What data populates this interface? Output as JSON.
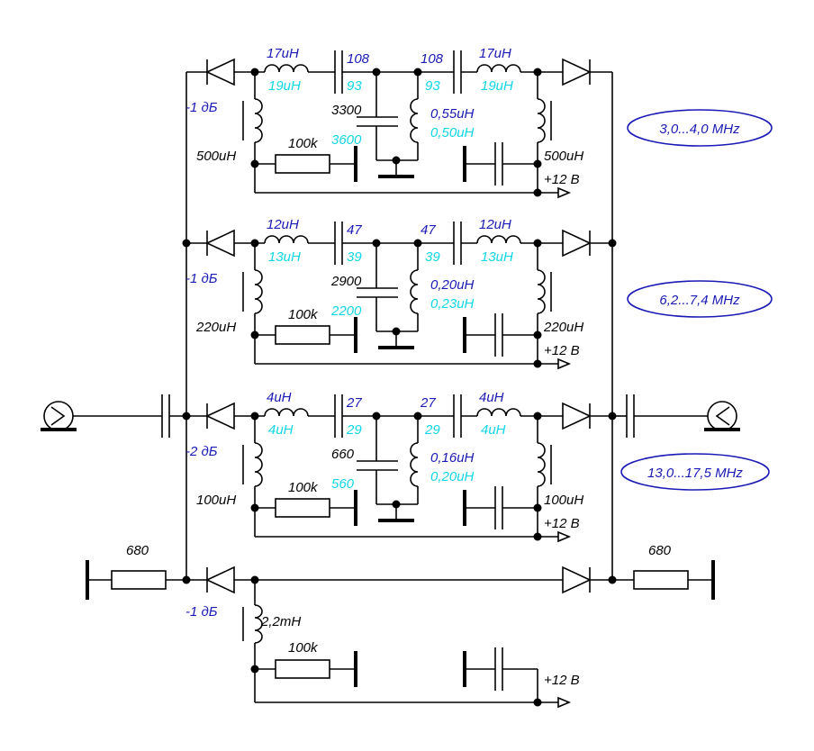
{
  "colors": {
    "wire": "#000000",
    "blue_label": "#1a1ab4",
    "cyan_label": "#11d6e6"
  },
  "bands": [
    {
      "freq": "3,0...4,0 MHz",
      "atten": "-1 дБ",
      "l_series_blue": "17uH",
      "l_series_cyan": "19uH",
      "l_series_blue_r": "17uH",
      "l_series_cyan_r": "19uH",
      "c_series_blue_l": "108",
      "c_series_cyan_l": "93",
      "c_series_blue_r": "108",
      "c_series_cyan_r": "93",
      "c_shunt_black": "3300",
      "c_shunt_cyan": "3600",
      "l_shunt_blue": "0,55uH",
      "l_shunt_cyan": "0,50uH",
      "choke_left": "500uH",
      "choke_right": "500uH",
      "resistor": "100k",
      "supply": "+12 B"
    },
    {
      "freq": "6,2...7,4 MHz",
      "atten": "-1 дБ",
      "l_series_blue": "12uH",
      "l_series_cyan": "13uH",
      "l_series_blue_r": "12uH",
      "l_series_cyan_r": "13uH",
      "c_series_blue_l": "47",
      "c_series_cyan_l": "39",
      "c_series_blue_r": "47",
      "c_series_cyan_r": "39",
      "c_shunt_black": "2900",
      "c_shunt_cyan": "2200",
      "l_shunt_blue": "0,20uH",
      "l_shunt_cyan": "0,23uH",
      "choke_left": "220uH",
      "choke_right": "220uH",
      "resistor": "100k",
      "supply": "+12 B"
    },
    {
      "freq": "13,0...17,5 MHz",
      "atten": "-2 дБ",
      "l_series_blue": "4uH",
      "l_series_cyan": "4uH",
      "l_series_blue_r": "4uH",
      "l_series_cyan_r": "4uH",
      "c_series_blue_l": "27",
      "c_series_cyan_l": "29",
      "c_series_blue_r": "27",
      "c_series_cyan_r": "29",
      "c_shunt_black": "660",
      "c_shunt_cyan": "560",
      "l_shunt_blue": "0,16uH",
      "l_shunt_cyan": "0,20uH",
      "choke_left": "100uH",
      "choke_right": "100uH",
      "resistor": "100k",
      "supply": "+12 B"
    }
  ],
  "bypass": {
    "atten": "-1 дБ",
    "choke": "2,2mH",
    "resistor": "100k",
    "supply": "+12 B",
    "r_left": "680",
    "r_right": "680"
  }
}
